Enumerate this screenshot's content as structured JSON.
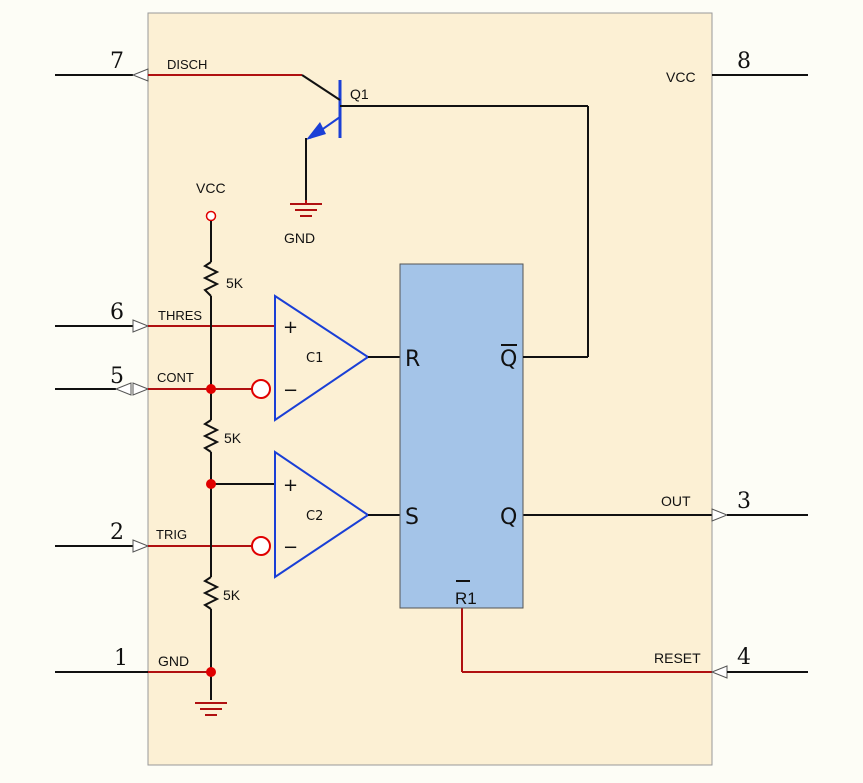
{
  "colors": {
    "body_fill": "#fcf0d4",
    "body_stroke": "#999999",
    "wire_red": "#b01010",
    "wire_black": "#111111",
    "blue": "#1a3fd6",
    "ff_fill": "#a4c4e8",
    "node_red": "#e00000"
  },
  "pins": {
    "p7": {
      "num": "7",
      "name": "DISCH"
    },
    "p8": {
      "num": "8",
      "name": "VCC"
    },
    "p6": {
      "num": "6",
      "name": "THRES"
    },
    "p5": {
      "num": "5",
      "name": "CONT"
    },
    "p2": {
      "num": "2",
      "name": "TRIG"
    },
    "p1": {
      "num": "1",
      "name": "GND"
    },
    "p3": {
      "num": "3",
      "name": "OUT"
    },
    "p4": {
      "num": "4",
      "name": "RESET"
    }
  },
  "components": {
    "q1": "Q1",
    "gnd_q1": "GND",
    "vcc_top": "VCC",
    "r1": "5K",
    "r2": "5K",
    "r3": "5K",
    "c1": "C1",
    "c2": "C2",
    "plus": "+",
    "minus": "−"
  },
  "flipflop": {
    "r": "R",
    "s": "S",
    "qbar": "Q",
    "q": "Q",
    "reset": "R1"
  }
}
